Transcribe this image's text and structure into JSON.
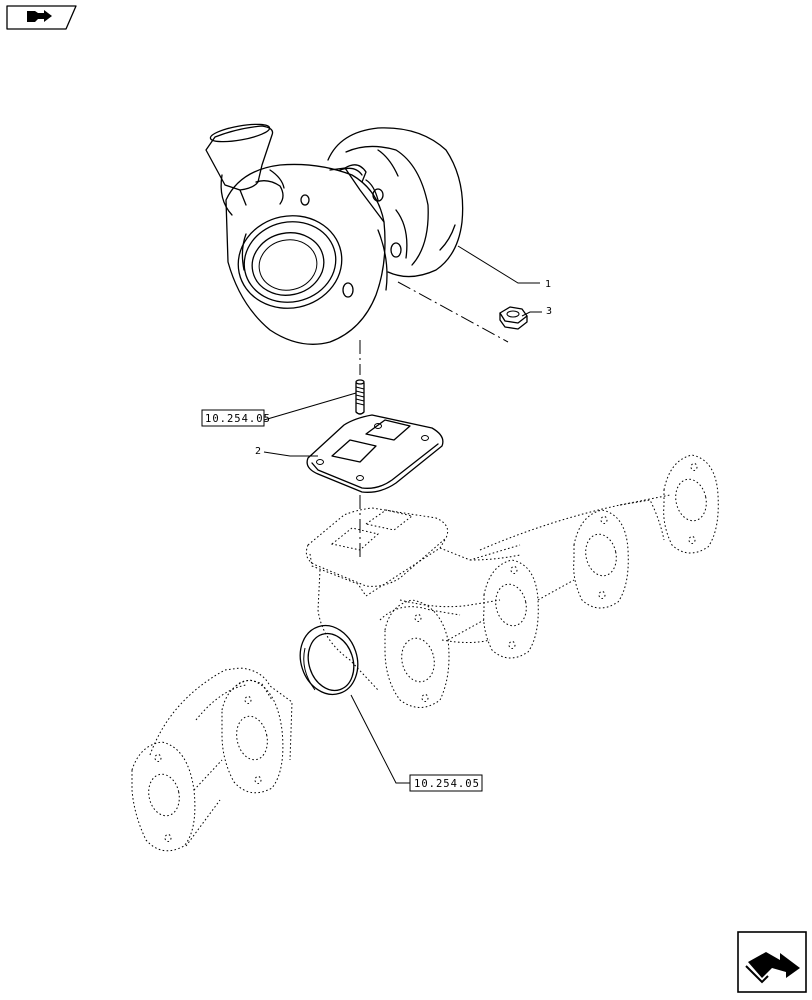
{
  "callouts": [
    {
      "id": "1",
      "label": "1"
    },
    {
      "id": "2",
      "label": "2"
    },
    {
      "id": "3",
      "label": "3"
    }
  ],
  "references": [
    {
      "id": "ref-stud",
      "text": "10.254.05"
    },
    {
      "id": "ref-manifold",
      "text": "10.254.05"
    }
  ],
  "icons": {
    "top_left": "book-arrow-icon",
    "bottom_right": "next-page-arrow-icon"
  }
}
